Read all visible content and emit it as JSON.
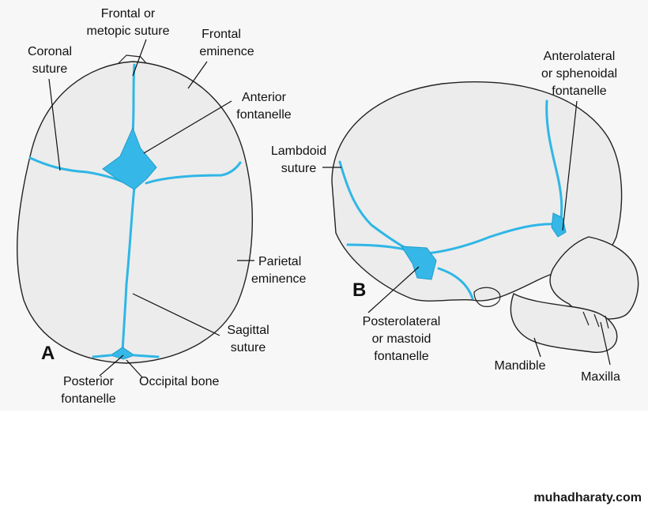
{
  "colors": {
    "fontanelle": "#35b8e8",
    "bone": "#ececec",
    "background": "#f7f7f7"
  },
  "panels": {
    "a": "A",
    "b": "B"
  },
  "labels": {
    "frontal_suture": [
      "Frontal or",
      "metopic suture"
    ],
    "coronal_suture": [
      "Coronal",
      "suture"
    ],
    "frontal_eminence": [
      "Frontal",
      "eminence"
    ],
    "anterior_fontanelle": [
      "Anterior",
      "fontanelle"
    ],
    "parietal_eminence": [
      "Parietal",
      "eminence"
    ],
    "sagittal_suture": [
      "Sagittal",
      "suture"
    ],
    "posterior_fontanelle": [
      "Posterior",
      "fontanelle"
    ],
    "occipital_bone": "Occipital bone",
    "anterolateral_fontanelle": [
      "Anterolateral",
      "or sphenoidal",
      "fontanelle"
    ],
    "lambdoid_suture": [
      "Lambdoid",
      "suture"
    ],
    "posterolateral_fontanelle": [
      "Posterolateral",
      "or mastoid",
      "fontanelle"
    ],
    "mandible": "Mandible",
    "maxilla": "Maxilla"
  },
  "watermark": "muhadharaty.com"
}
